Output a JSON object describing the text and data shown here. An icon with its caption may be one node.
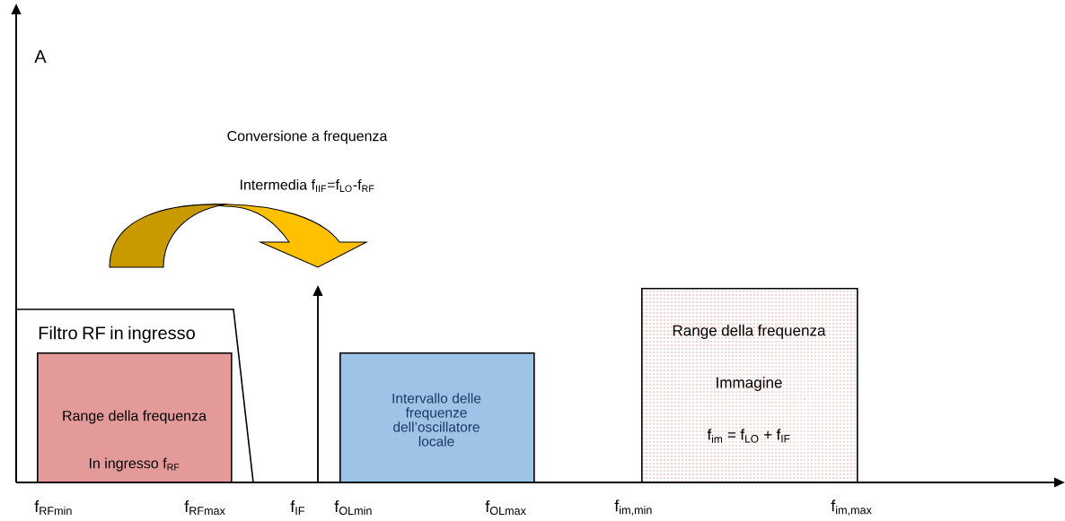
{
  "diagram": {
    "nodes": [
      {
        "text": [
          "Filtro RF in ingresso"
        ]
      },
      {
        "text": [
          "Range della frequenza",
          "In ingresso f$_{RF}$"
        ],
        "in": 0
      },
      {
        "text": [
          "Intervallo delle frequenze dell’oscillatore locale"
        ]
      },
      {
        "text": [
          "Range della frequenza",
          "Immagine",
          "f$_{im}$ = f$_{LO}$ + f$_{IF}$"
        ]
      }
    ],
    "labels": [
      "A",
      "Conversione a frequenza",
      "Intermedia f$_{IIF}$=f$_{LO}$-f$_{RF}$",
      "f$_{RFmin}$",
      "f$_{RFmax}$",
      "f$_{IF}$",
      "f$_{OLmin}$",
      "f$_{OLmax}$",
      "f$_{im,min}$",
      "f$_{im,max}$"
    ]
  }
}
